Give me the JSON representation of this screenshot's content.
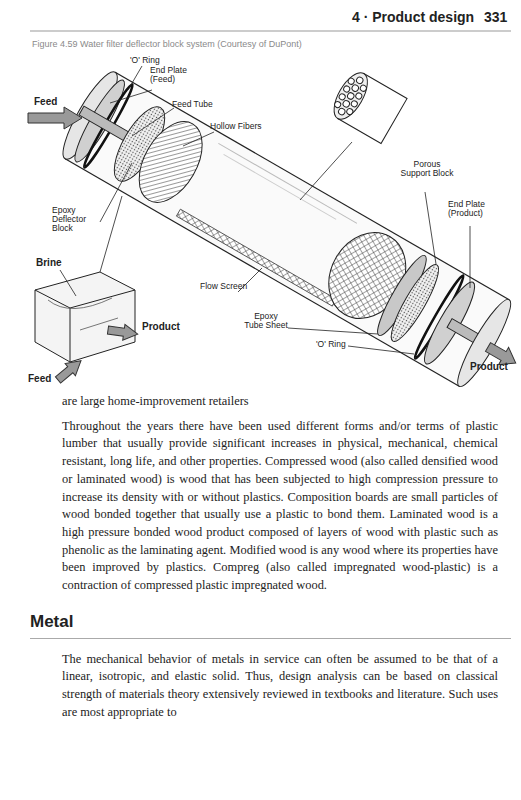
{
  "diagram": {
    "caption": "Figure 4.59 Water filter deflector block system (Courtesy of DuPont)",
    "labels": [
      "4 · Product design",
      "331",
      "'O' Ring",
      "End Plate (Feed)",
      "Feed",
      "Feed Tube",
      "Hollow Fibers",
      "Porous Support Block",
      "Epoxy Deflector Block",
      "End Plate (Product)",
      "Brine",
      "Flow Screen",
      "Epoxy Tube Sheet",
      "Product",
      "'O' Ring",
      "Product",
      "Feed",
      "are large home-improvement retailers",
      "Throughout the years there have been used different forms and/or terms of plastic lumber that usually provide significant increases in physical, mechanical, chemical resistant, long life, and other properties. Compressed wood (also called densified wood or laminated wood) is wood that has been subjected to high compression pressure to increase its density with or without plastics. Composition boards are small particles of wood bonded together that usually use a plastic to bond them. Laminated wood is a high pressure bonded wood product composed of layers of wood with plastic such as phenolic as the laminating agent. Modified wood is any wood where its properties have been improved by plastics. Compreg (also called impregnated wood-plastic) is a contraction of compressed plastic impregnated wood.",
      "Metal",
      "The mechanical behavior of metals in service can often be assumed to be that of a linear, isotropic, and elastic solid. Thus, design analysis can be based on classical strength of materials theory extensively reviewed in textbooks and literature. Such uses are most appropriate to"
    ]
  }
}
